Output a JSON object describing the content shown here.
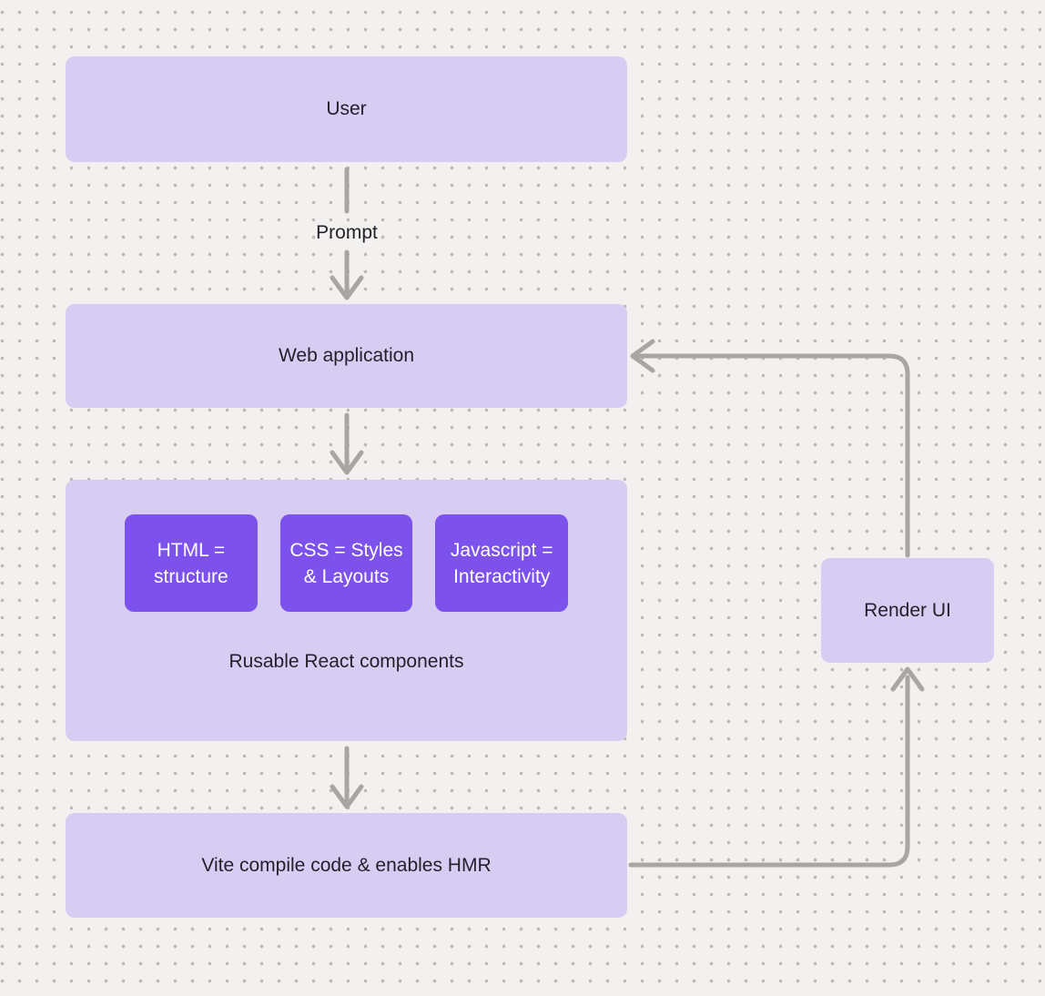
{
  "diagram": {
    "nodes": {
      "user": {
        "label": "User"
      },
      "web_app": {
        "label": "Web application"
      },
      "components": {
        "label": "Rusable React components",
        "children": [
          {
            "label": "HTML = structure"
          },
          {
            "label": "CSS = Styles & Layouts"
          },
          {
            "label": "Javascript = Interactivity"
          }
        ]
      },
      "vite": {
        "label": "Vite compile code & enables HMR"
      },
      "render_ui": {
        "label": "Render UI"
      }
    },
    "edges": {
      "prompt_label": "Prompt"
    },
    "colors": {
      "background": "#f2f1ef",
      "dot_grid": "#b9b6b3",
      "node_fill": "#d7cdf3",
      "child_node_fill": "#7c51ec",
      "arrow": "#a8a5a2",
      "text": "#231f2b",
      "child_text": "#ffffff"
    }
  }
}
